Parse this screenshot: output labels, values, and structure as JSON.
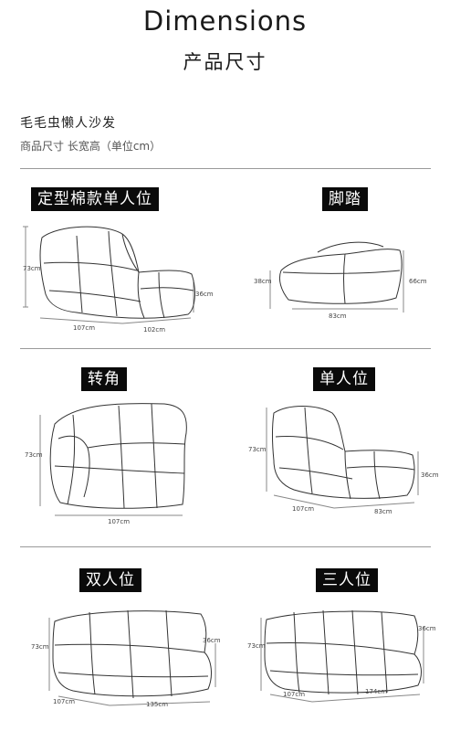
{
  "header": {
    "title": "Dimensions",
    "subtitle": "产品尺寸"
  },
  "product": {
    "name": "毛毛虫懒人沙发",
    "description": "商品尺寸 长宽高（单位cm）"
  },
  "items": [
    {
      "label": "定型棉款单人位",
      "dims": [
        "73cm",
        "107cm",
        "102cm",
        "36cm"
      ],
      "icon": "lounge-chair-sketch"
    },
    {
      "label": "脚踏",
      "dims": [
        "38cm",
        "83cm",
        "66cm"
      ],
      "icon": "ottoman-sketch"
    },
    {
      "label": "转角",
      "dims": [
        "73cm",
        "107cm"
      ],
      "icon": "corner-seat-sketch"
    },
    {
      "label": "单人位",
      "dims": [
        "73cm",
        "107cm",
        "83cm",
        "36cm"
      ],
      "icon": "single-seat-sketch"
    },
    {
      "label": "双人位",
      "dims": [
        "73cm",
        "107cm",
        "135cm",
        "36cm"
      ],
      "icon": "two-seater-sketch"
    },
    {
      "label": "三人位",
      "dims": [
        "73cm",
        "107cm",
        "174cm",
        "36cm"
      ],
      "icon": "three-seater-sketch"
    }
  ]
}
